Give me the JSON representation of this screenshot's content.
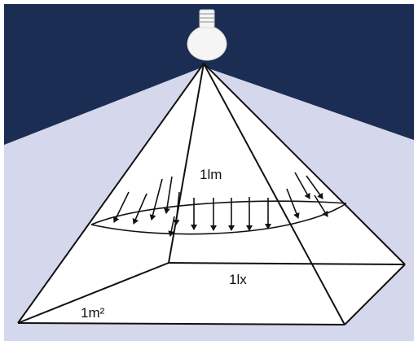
{
  "labels": {
    "luminous_flux": "1lm",
    "illuminance": "1lx",
    "area": "1m²"
  },
  "colors": {
    "sky": "#1b2d52",
    "light_cone": "#d5d7ec",
    "pyramid_fill": "#ffffff",
    "line": "#111111",
    "bulb": "#f5f5f5"
  },
  "icons": {
    "bulb": "light-bulb-icon"
  }
}
